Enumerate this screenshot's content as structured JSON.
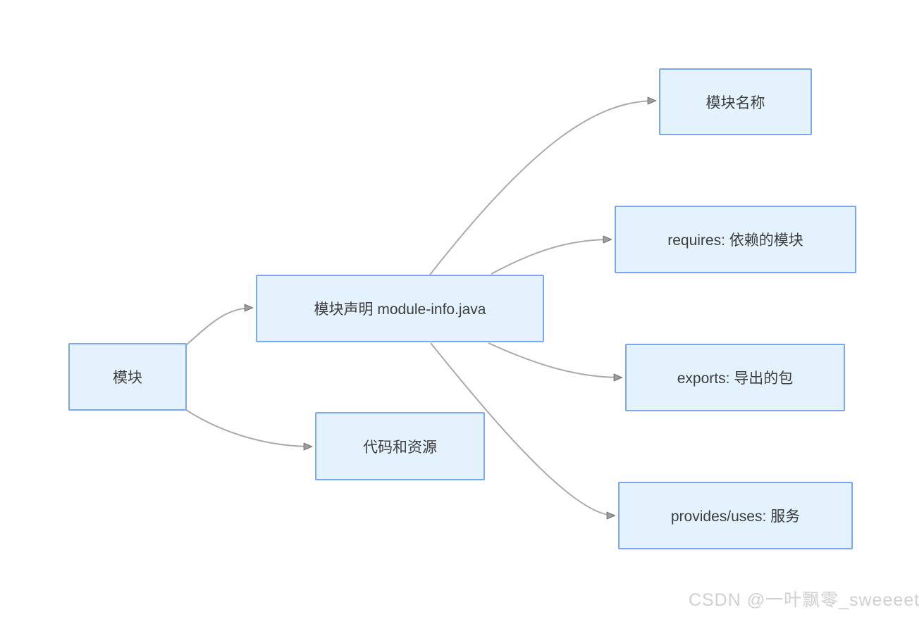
{
  "diagram": {
    "nodes": [
      {
        "id": "module",
        "label": "模块"
      },
      {
        "id": "module-declaration",
        "label": "模块声明 module-info.java"
      },
      {
        "id": "code-and-resources",
        "label": "代码和资源"
      },
      {
        "id": "module-name",
        "label": "模块名称"
      },
      {
        "id": "requires",
        "label": "requires: 依赖的模块"
      },
      {
        "id": "exports",
        "label": "exports: 导出的包"
      },
      {
        "id": "provides-uses",
        "label": "provides/uses: 服务"
      }
    ],
    "edges": [
      {
        "from": "module",
        "to": "module-declaration"
      },
      {
        "from": "module",
        "to": "code-and-resources"
      },
      {
        "from": "module-declaration",
        "to": "module-name"
      },
      {
        "from": "module-declaration",
        "to": "requires"
      },
      {
        "from": "module-declaration",
        "to": "exports"
      },
      {
        "from": "module-declaration",
        "to": "provides-uses"
      }
    ],
    "colors": {
      "node_fill": "#e3f2fd",
      "node_border": "#7aa7f0",
      "connector": "#ababab",
      "arrowhead": "#9e9e9e",
      "text": "#3d3d3d",
      "watermark": "#d2d2d2"
    }
  },
  "watermark": {
    "text": "CSDN @一叶飘零_sweeeet"
  }
}
